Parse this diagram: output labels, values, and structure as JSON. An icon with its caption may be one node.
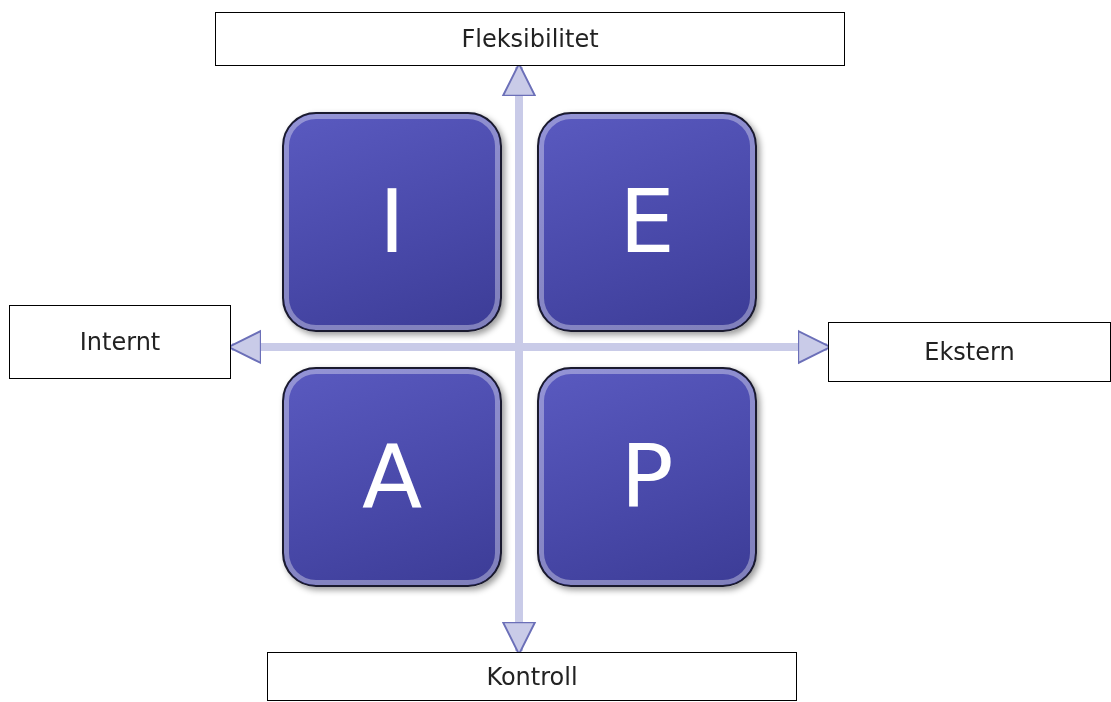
{
  "diagram": {
    "nodes": [
      {
        "text": [
          "Fleksibilitet"
        ]
      },
      {
        "text": [
          "I"
        ]
      },
      {
        "text": [
          "E"
        ]
      },
      {
        "text": [
          "Internt"
        ]
      },
      {
        "text": [
          "Ekstern"
        ]
      },
      {
        "text": [
          "A"
        ]
      },
      {
        "text": [
          "P"
        ]
      },
      {
        "text": [
          "Kontroll"
        ]
      }
    ],
    "edges": [
      {
        "from": 0,
        "to": 7,
        "arrow": "both"
      },
      {
        "from": 3,
        "to": 4,
        "arrow": "both"
      }
    ]
  }
}
